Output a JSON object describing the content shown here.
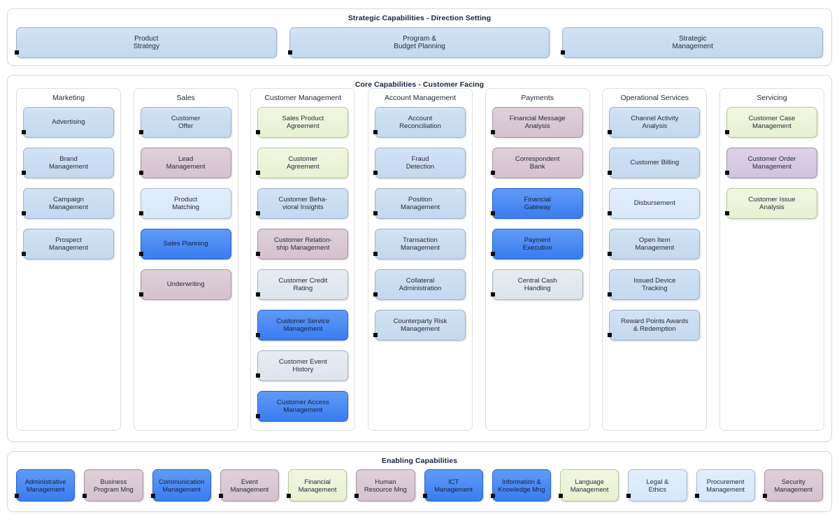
{
  "strategic": {
    "title": "Strategic Capabilities - Direction Setting",
    "items": [
      {
        "label": "Product\nStrategy",
        "color": "blue"
      },
      {
        "label": "Program &\nBudget Planning",
        "color": "blue"
      },
      {
        "label": "Strategic\nManagement",
        "color": "blue"
      }
    ]
  },
  "core": {
    "title": "Core Capabilities - Customer Facing",
    "columns": [
      {
        "title": "Marketing",
        "items": [
          {
            "label": "Advertising",
            "color": "blue"
          },
          {
            "label": "Brand\nManagement",
            "color": "blue"
          },
          {
            "label": "Campaign\nManagement",
            "color": "blue"
          },
          {
            "label": "Prospect\nManagement",
            "color": "blue"
          }
        ]
      },
      {
        "title": "Sales",
        "items": [
          {
            "label": "Customer\nOffer",
            "color": "blue"
          },
          {
            "label": "Lead\nManagement",
            "color": "mauve"
          },
          {
            "label": "Product\nMatching",
            "color": "paleblue"
          },
          {
            "label": "Sales Planning",
            "color": "highlight"
          },
          {
            "label": "Underwriting",
            "color": "mauve"
          }
        ]
      },
      {
        "title": "Customer Management",
        "items": [
          {
            "label": "Sales Product\nAgreement",
            "color": "green"
          },
          {
            "label": "Customer\nAgreement",
            "color": "green"
          },
          {
            "label": "Customer Beha-\nvioral Insights",
            "color": "blue"
          },
          {
            "label": "Customer Relation-\nship Management",
            "color": "mauve"
          },
          {
            "label": "Customer Credit\nRating",
            "color": "graysoft"
          },
          {
            "label": "Customer Service\nManagement",
            "color": "highlight"
          },
          {
            "label": "Customer Event\nHistory",
            "color": "graysoft"
          },
          {
            "label": "Customer Access\nManagement",
            "color": "highlight"
          }
        ]
      },
      {
        "title": "Account Management",
        "items": [
          {
            "label": "Account\nReconciliation",
            "color": "blue"
          },
          {
            "label": "Fraud\nDetection",
            "color": "blue"
          },
          {
            "label": "Position\nManagement",
            "color": "blue"
          },
          {
            "label": "Transaction\nManagement",
            "color": "blue"
          },
          {
            "label": "Collateral\nAdministration",
            "color": "blue"
          },
          {
            "label": "Counterparty Risk\nManagement",
            "color": "blue"
          }
        ]
      },
      {
        "title": "Payments",
        "items": [
          {
            "label": "Financial Message\nAnalysis",
            "color": "mauve"
          },
          {
            "label": "Correspondent\nBank",
            "color": "mauve"
          },
          {
            "label": "Financial\nGateway",
            "color": "highlight"
          },
          {
            "label": "Payment\nExecution",
            "color": "highlight"
          },
          {
            "label": "Central Cash\nHandling",
            "color": "graysoft"
          }
        ]
      },
      {
        "title": "Operational Services",
        "items": [
          {
            "label": "Channel Activity\nAnalysis",
            "color": "blue"
          },
          {
            "label": "Customer Billing",
            "color": "blue"
          },
          {
            "label": "Disbursement",
            "color": "paleblue"
          },
          {
            "label": "Open Item\nManagement",
            "color": "blue"
          },
          {
            "label": "Issued Device\nTracking",
            "color": "blue"
          },
          {
            "label": "Reward Points Awards\n& Redemption",
            "color": "blue"
          }
        ]
      },
      {
        "title": "Servicing",
        "items": [
          {
            "label": "Customer Case\nManagement",
            "color": "green"
          },
          {
            "label": "Customer Order\nManagement",
            "color": "purple"
          },
          {
            "label": "Customer Issue\nAnalysis",
            "color": "green"
          }
        ]
      }
    ]
  },
  "enabling": {
    "title": "Enabling Capabilities",
    "items": [
      {
        "label": "Administrative\nManagement",
        "color": "highlight"
      },
      {
        "label": "Business\nProgram Mng",
        "color": "mauve"
      },
      {
        "label": "Communication\nManagement",
        "color": "highlight"
      },
      {
        "label": "Event\nManagement",
        "color": "mauve"
      },
      {
        "label": "Financial\nManagement",
        "color": "green"
      },
      {
        "label": "Human\nResource Mng",
        "color": "mauve"
      },
      {
        "label": "ICT\nManagement",
        "color": "highlight"
      },
      {
        "label": "Information &\nKnowledge Mng",
        "color": "highlight"
      },
      {
        "label": "Language\nManagement",
        "color": "green"
      },
      {
        "label": "Legal &\nEthics",
        "color": "paleblue"
      },
      {
        "label": "Procurement\nManagement",
        "color": "paleblue"
      },
      {
        "label": "Security\nManagement",
        "color": "mauve"
      }
    ]
  },
  "colors": {
    "highlight": "#3a7cf0",
    "blue": "#c3d8ef",
    "paleblue": "#d7e7f8",
    "graysoft": "#dde4ec",
    "green": "#e8f1d2",
    "mauve": "#d4c2cf",
    "purple": "#d1c2de",
    "panel_border": "#d8dade",
    "text": "#252b3b"
  }
}
